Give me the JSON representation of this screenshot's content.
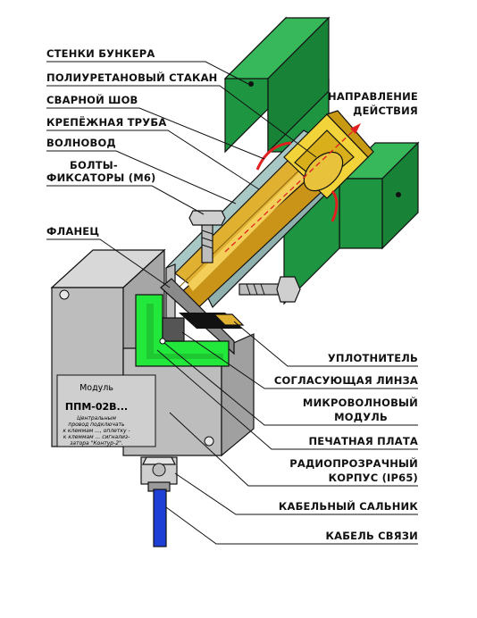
{
  "labels": {
    "bunker_walls": "СТЕНКИ БУНКЕРА",
    "pu_cup": "ПОЛИУРЕТАНОВЫЙ СТАКАН",
    "weld": "СВАРНОЙ ШОВ",
    "mount_tube": "КРЕПЁЖНАЯ ТРУБА",
    "waveguide": "ВОЛНОВОД",
    "bolts_line1": "БОЛТЫ-",
    "bolts_line2": "ФИКСАТОРЫ (М6)",
    "flange": "ФЛАНЕЦ",
    "direction_line1": "НАПРАВЛЕНИЕ",
    "direction_line2": "ДЕЙСТВИЯ",
    "seal": "УПЛОТНИТЕЛЬ",
    "lens": "СОГЛАСУЮЩАЯ ЛИНЗА",
    "mw_line1": "МИКРОВОЛНОВЫЙ",
    "mw_line2": "МОДУЛЬ",
    "pcb": "ПЕЧАТНАЯ ПЛАТА",
    "housing_line1": "РАДИОПРОЗРАЧНЫЙ",
    "housing_line2": "КОРПУС (IP65)",
    "gland": "КАБЕЛЬНЫЙ САЛЬНИК",
    "cable": "КАБЕЛЬ СВЯЗИ"
  },
  "nameplate": {
    "title": "Модуль",
    "model": "ППМ-02В...",
    "note1": "Центральным",
    "note2": "провод подключать",
    "note3": "к клеммам ..., оплетку -",
    "note4": "к клеммам ... сигнализ-",
    "note5": "затора \"Контур-2\"."
  },
  "colors": {
    "wall_green": "#1e9641",
    "pcb_green": "#22e83c",
    "housing_gray": "#bdbdbd",
    "tube_gray": "#a9c8c5",
    "waveguide_gold": "#d9a520",
    "red_accent": "#e02020",
    "cable_blue": "#1d3fd6"
  }
}
